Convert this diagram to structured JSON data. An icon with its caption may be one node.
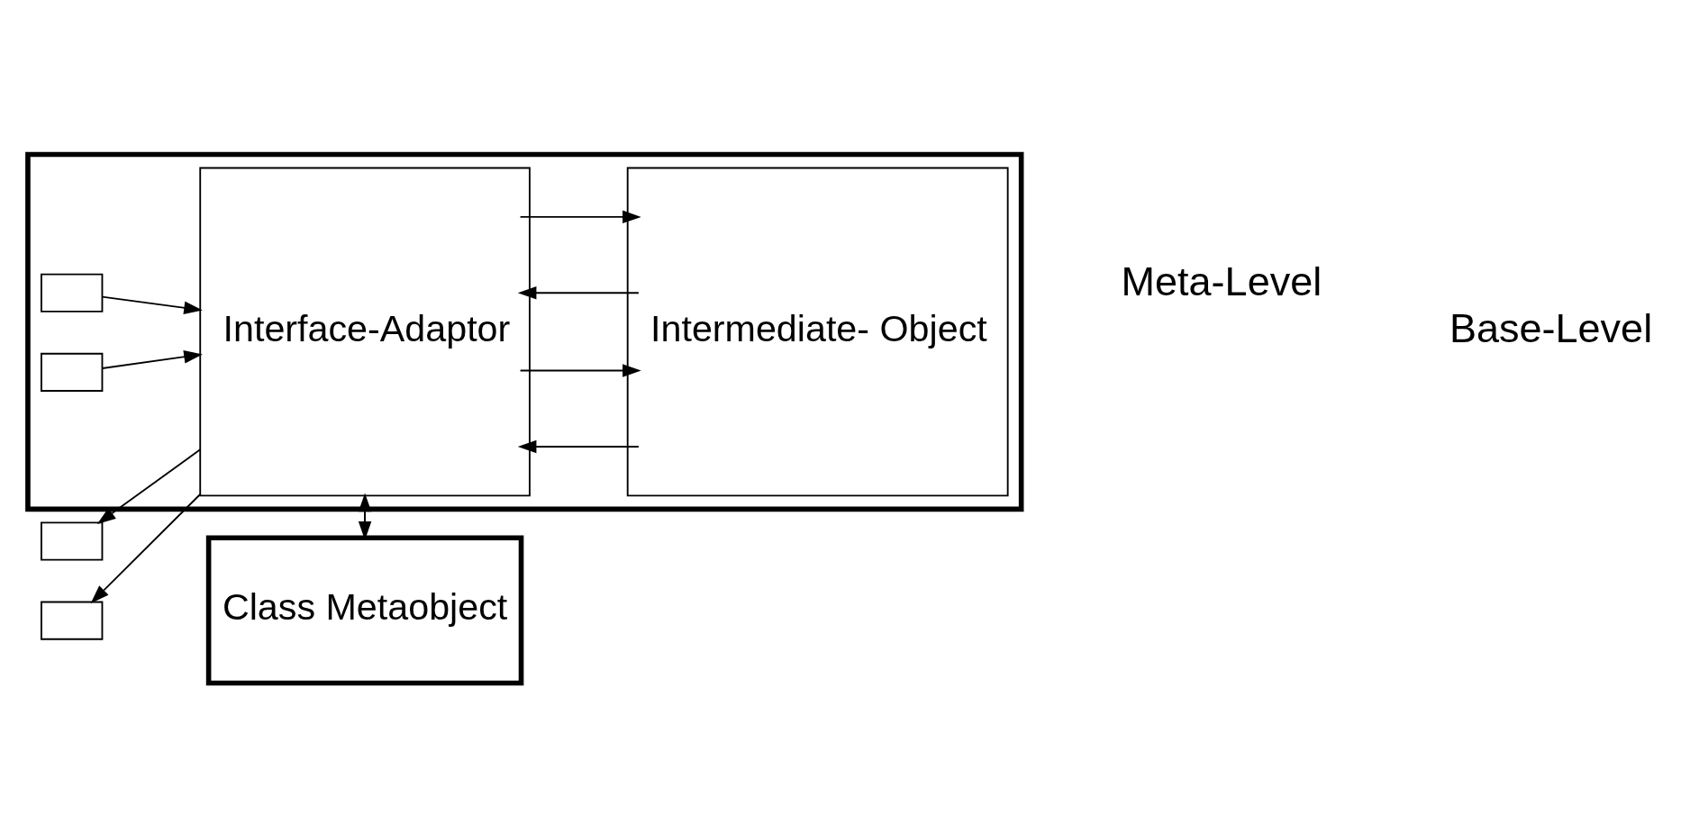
{
  "diagram": {
    "nodes": [
      {
        "text": [
          "Class Metaobject"
        ]
      },
      {
        "text": [],
        "shape": "box"
      },
      {
        "text": [],
        "shape": "box",
        "in": 1
      },
      {
        "text": [],
        "shape": "box"
      },
      {
        "text": [],
        "shape": "box",
        "in": 1
      },
      {
        "text": [],
        "shape": "box"
      },
      {
        "text": [
          "Interface-Adaptor"
        ],
        "in": 1
      },
      {
        "text": [
          "Intermediate- Object"
        ],
        "in": 1
      }
    ],
    "edges": [
      {
        "from": 1,
        "to": 0,
        "arrow": "to"
      },
      {
        "from": 0,
        "to": 6,
        "arrow": "to"
      },
      {
        "from": 2,
        "to": 6,
        "arrow": "to"
      },
      {
        "from": 6,
        "to": 3,
        "arrow": "to"
      },
      {
        "from": 4,
        "to": 6,
        "arrow": "to"
      },
      {
        "from": 6,
        "to": 5,
        "arrow": "to"
      },
      {
        "from": 6,
        "to": 7,
        "arrow": "to"
      },
      {
        "from": 7,
        "to": 6,
        "arrow": "to"
      },
      {
        "from": 6,
        "to": 7,
        "arrow": "to"
      },
      {
        "from": 7,
        "to": 6,
        "arrow": "to"
      }
    ],
    "labels": [
      "Meta-Level",
      "Base-Level"
    ]
  }
}
